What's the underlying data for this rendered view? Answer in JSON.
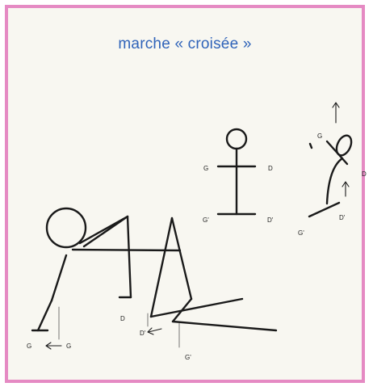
{
  "title": "marche « croisée »",
  "labels": {
    "front_g": "G",
    "front_d": "D",
    "front_g2": "G'",
    "front_d2": "D'",
    "side_g": "G",
    "side_d": "D",
    "side_g2": "G'",
    "side_d2": "D'",
    "crawl_g_left": "G",
    "crawl_g_right": "G",
    "crawl_d": "D",
    "crawl_d2": "D'",
    "crawl_g2": "G'"
  },
  "colors": {
    "frame_border": "#e58ac3",
    "title": "#2f63b9",
    "ink": "#1a1a1a"
  }
}
